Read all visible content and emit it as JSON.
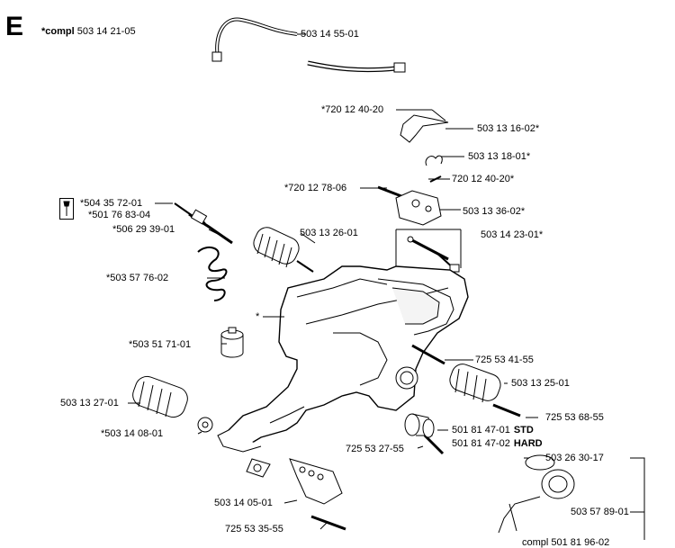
{
  "section": {
    "letter": "E",
    "compl_prefix": "*compl",
    "compl_number": "503 14 21-05"
  },
  "parts": {
    "p1": "503 14 55-01",
    "p2": "*720 12 40-20",
    "p3": "503 13 16-02*",
    "p4": "503 13 18-01*",
    "p5": "720 12 40-20*",
    "p6": "*720 12 78-06",
    "p7": "503 13 36-02*",
    "p8": "*504 35 72-01",
    "p9": "*501 76 83-04",
    "p10": "*506 29 39-01",
    "p11": "503 13 26-01",
    "p12": "503 14 23-01*",
    "p13": "*503 57 76-02",
    "p14": "*",
    "p15": "*503 51 71-01",
    "p16": "725 53 41-55",
    "p17": "503 13 25-01",
    "p18": "503 13 27-01",
    "p19": "725 53 68-55",
    "p20": "501 81 47-01",
    "p20_tag": "STD",
    "p21": "501 81 47-02",
    "p21_tag": "HARD",
    "p22": "*503 14 08-01",
    "p23": "725 53 27-55",
    "p24": "503 26 30-17",
    "p25": "503 14 05-01",
    "p26": "503 57 89-01",
    "p27": "725 53 35-55",
    "p28": "compl 501 81 96-02"
  },
  "icons": {
    "toolbox": "screwdriver-icon"
  }
}
